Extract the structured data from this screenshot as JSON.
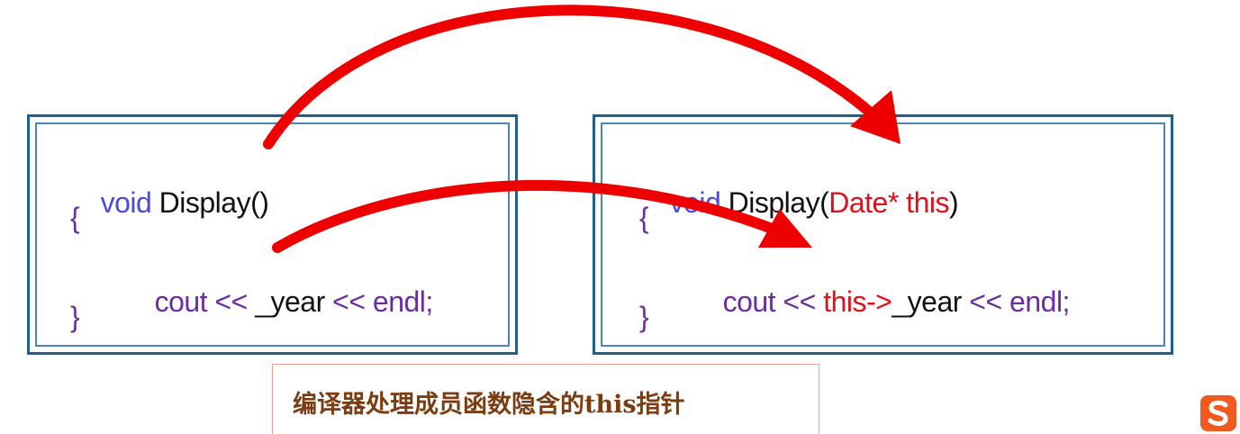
{
  "left_code": {
    "line1": {
      "kw": "void",
      "rest": " Display()"
    },
    "line2": {
      "brace": "{"
    },
    "line3": {
      "cout": "cout",
      "op1": " << ",
      "var": "_year",
      "op2": " << ",
      "endl": "endl;"
    },
    "line4": {
      "brace": "}"
    }
  },
  "right_code": {
    "line1": {
      "kw": "void",
      "name": " Display(",
      "param": "Date* this",
      "close": ")"
    },
    "line2": {
      "brace": "{"
    },
    "line3": {
      "cout": "cout",
      "op1": " << ",
      "this": "this->",
      "var": "_year",
      "op2": " << ",
      "endl": "endl;"
    },
    "line4": {
      "brace": "}"
    }
  },
  "caption": {
    "text": "编译器处理成员函数隐含的this指针"
  },
  "colors": {
    "arrow": "#ee0000",
    "keyword": "#4b4bd6",
    "identifier": "#6a2ca0",
    "highlight": "#e0101a",
    "frame": "#1f5f8f",
    "caption_text": "#7a3d12",
    "logo": "#f05a1e"
  },
  "icons": {
    "logo": "sogou-s-logo"
  }
}
